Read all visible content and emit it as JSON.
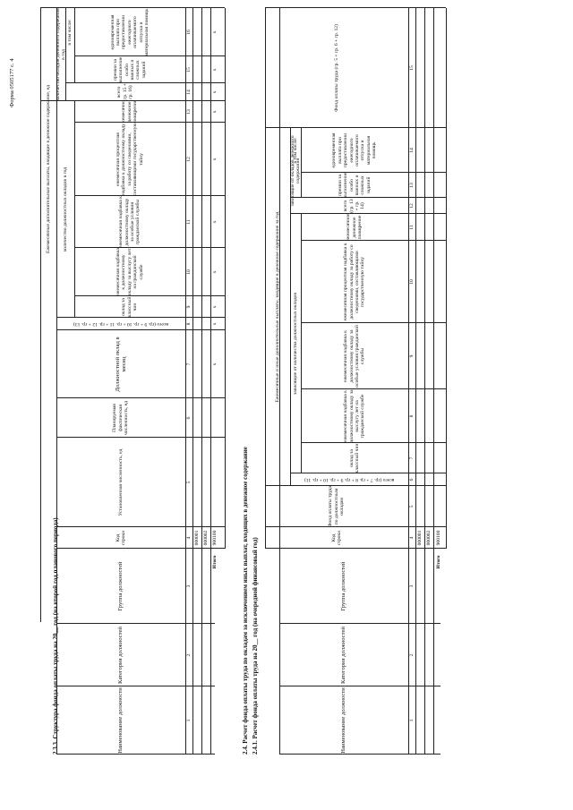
{
  "form_label": "Форма 0505177 с. 4",
  "section1": {
    "title": "2.3.3. Структура фонда оплаты труда на 20__ год (на второй год планового периода)",
    "col_headers": {
      "c1": "Наименование должности",
      "c2": "Категория должностей",
      "c3": "Группа должностей",
      "c4": "Код строки",
      "c5": "Установленная численность, ед",
      "c6": "Планируемая фактическая численность, ед",
      "c7": "Должностной оклад в месяц",
      "group_title": "Ежемесячные дополнительные выплаты, входящие в денежное содержание, ед",
      "group_sub": "количество должностных окладов в год",
      "group_sub2": "количество окладов денежного содержания в год",
      "c8": "всего (гр. 9 + гр. 10 + гр. 11 + гр. 12 + гр. 13)",
      "in_that": "в том числе:",
      "c9": "оклад за классный чин",
      "c10": "ежемесячная надбавка к должностному окладу за выслугу лет на гражданской службе",
      "c11": "ежемесячная надбавка к должностному окладу за особые условия гражданской службы",
      "c12": "ежемесячная процентная надбавка к должностному окладу за работу со сведениями, составляющими государственную тайну",
      "c13": "ежемесячное денежное поощрение",
      "c14": "всего (гр. 15 + гр. 16)",
      "c15": "премии за выполнение особо важных и сложных заданий",
      "c16": "единовременная выплата при предоставлении ежегодного оплачиваемого отпуска и материальная помощь"
    },
    "col_numbers": [
      "1",
      "2",
      "3",
      "4",
      "5",
      "6",
      "7",
      "8",
      "9",
      "10",
      "11",
      "12",
      "13",
      "14",
      "15",
      "16"
    ],
    "row_codes": [
      "000001",
      "000002"
    ],
    "total_label": "Итого",
    "total_code": "900100",
    "x_mark": "x"
  },
  "section2": {
    "title": "2.4. Расчет фонда оплаты труда по окладам за исключением иных выплат, входящих в денежное содержание",
    "subtitle": "2.4.1. Расчет фонда оплаты труда на 20__ год (на очередной финансовый год)",
    "col_headers": {
      "c1": "Наименование должности",
      "c2": "Категория должностей",
      "c3": "Группа должностей",
      "c4": "Код строки",
      "c5": "Фонд оплаты труда по должностным окладам",
      "group_title": "Ежемесячные и иные дополнительные выплаты, входящие в денежное содержание за год",
      "group_sub": "зависящие от количества должностных окладов",
      "group_sub2": "зависящие от окладов денежного содержания",
      "c6": "всего (гр. 7 + гр. 8 + гр. 9 + гр. 10 + гр. 11)",
      "in_that": "в том числе:",
      "c7": "оклад за классный чин",
      "c8": "ежемесячная надбавка к должностному окладу за выслугу лет на гражданской службе",
      "c9": "ежемесячная надбавка к должностному окладу за особые условия гражданской службы",
      "c10": "ежемесячная процентная надбавка к должностному окладу за работу со сведениями, составляющими государственную тайну",
      "c11": "ежемесячное денежное поощрение",
      "c12": "всего (гр. 13 + гр. 14)",
      "c13": "премии за выполнение особо важных и сложных заданий",
      "c14": "единовременная выплата при предоставлении ежегодного оплачиваемого отпуска и материальная помощь",
      "c15": "Фонд оплаты труда (гр. 5 + гр. 6 + гр. 12)"
    },
    "col_numbers": [
      "1",
      "2",
      "3",
      "4",
      "5",
      "6",
      "7",
      "8",
      "9",
      "10",
      "11",
      "12",
      "13",
      "14",
      "15"
    ],
    "row_codes": [
      "000001",
      "000002"
    ],
    "total_label": "Итого",
    "total_code": "900100"
  }
}
